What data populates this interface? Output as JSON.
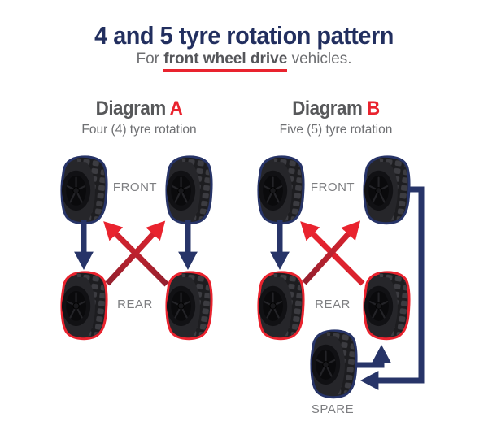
{
  "title": "4 and 5 tyre rotation pattern",
  "subtitle": {
    "prefix": "For ",
    "highlight": "front wheel drive",
    "suffix": " vehicles."
  },
  "colors": {
    "navy": "#273468",
    "title_navy": "#222f5f",
    "red": "#e9232e",
    "red_dark": "#93202e",
    "heading_gray": "#57585a",
    "body_gray": "#6e6f72",
    "label_gray": "#7d7e81",
    "tyre_body": "#26262a"
  },
  "diagram_a": {
    "heading": "Diagram",
    "heading_letter": "A",
    "caption": "Four (4) tyre rotation",
    "labels": {
      "front": "FRONT",
      "rear": "REAR"
    },
    "moves": [
      {
        "from": "front-left",
        "to": "rear-left",
        "path": "straight-down",
        "color": "navy"
      },
      {
        "from": "front-right",
        "to": "rear-right",
        "path": "straight-down",
        "color": "navy"
      },
      {
        "from": "rear-left",
        "to": "front-right",
        "path": "diagonal-cross",
        "color": "red"
      },
      {
        "from": "rear-right",
        "to": "front-left",
        "path": "diagonal-cross",
        "color": "red"
      }
    ]
  },
  "diagram_b": {
    "heading": "Diagram",
    "heading_letter": "B",
    "caption": "Five (5) tyre rotation",
    "labels": {
      "front": "FRONT",
      "rear": "REAR",
      "spare": "SPARE"
    },
    "moves": [
      {
        "from": "front-left",
        "to": "rear-left",
        "path": "straight-down",
        "color": "navy"
      },
      {
        "from": "front-right",
        "to": "spare",
        "path": "routed-right-down",
        "color": "navy"
      },
      {
        "from": "spare",
        "to": "rear-right",
        "path": "routed-up",
        "color": "navy"
      },
      {
        "from": "rear-left",
        "to": "front-right",
        "path": "diagonal-cross",
        "color": "red"
      },
      {
        "from": "rear-right",
        "to": "front-left",
        "path": "diagonal-cross",
        "color": "red"
      }
    ]
  }
}
